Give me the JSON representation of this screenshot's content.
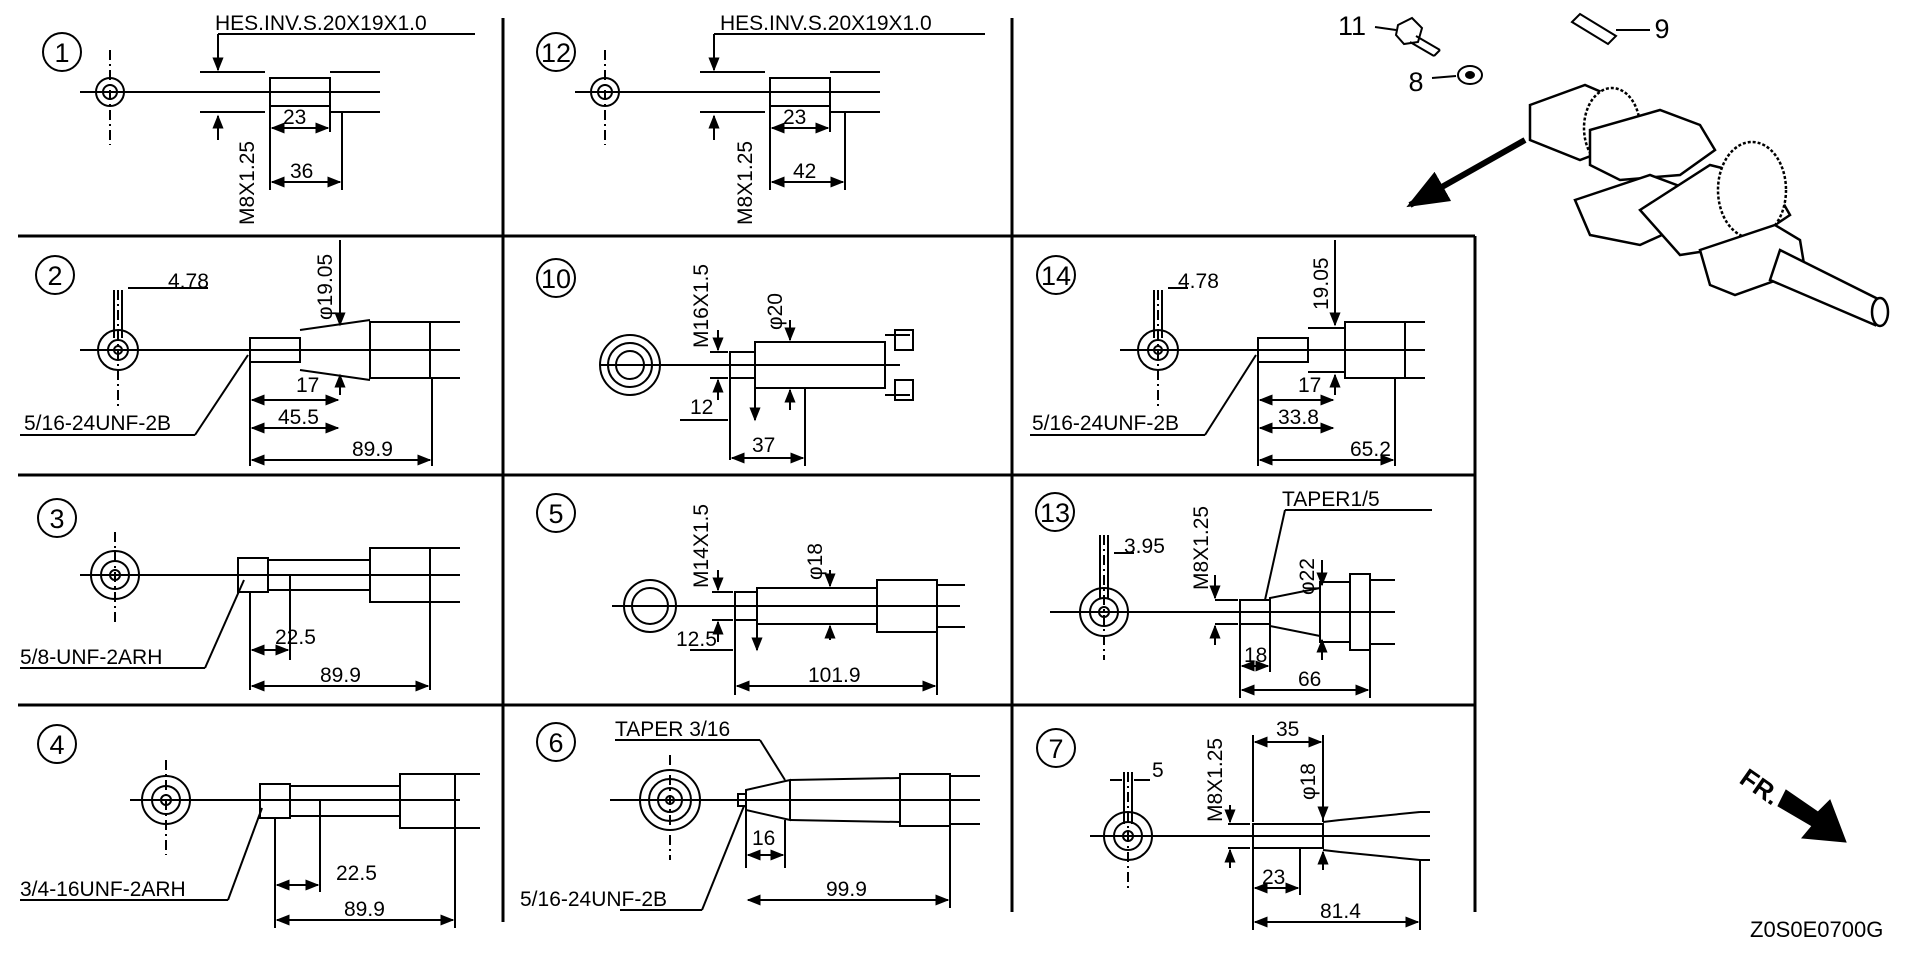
{
  "diagram_code": "Z0S0E0700G",
  "front_mark": "FR.",
  "parts": [
    {
      "number": "11",
      "name": "bolt-icon"
    },
    {
      "number": "8",
      "name": "washer-icon"
    },
    {
      "number": "9",
      "name": "key-icon"
    }
  ],
  "panels": [
    {
      "id": "1",
      "labels": [
        "HES.INV.S.20X19X1.0",
        "M8X1.25",
        "23",
        "36"
      ]
    },
    {
      "id": "12",
      "labels": [
        "HES.INV.S.20X19X1.0",
        "M8X1.25",
        "23",
        "42"
      ]
    },
    {
      "id": "2",
      "labels": [
        "4.78",
        "φ19.05",
        "17",
        "45.5",
        "89.9",
        "5/16-24UNF-2B"
      ]
    },
    {
      "id": "10",
      "labels": [
        "M16X1.5",
        "φ20",
        "12",
        "37"
      ]
    },
    {
      "id": "14",
      "labels": [
        "4.78",
        "19.05",
        "17",
        "33.8",
        "65.2",
        "5/16-24UNF-2B"
      ]
    },
    {
      "id": "3",
      "labels": [
        "22.5",
        "89.9",
        "5/8-UNF-2ARH"
      ]
    },
    {
      "id": "5",
      "labels": [
        "M14X1.5",
        "φ18",
        "12.5",
        "101.9"
      ]
    },
    {
      "id": "13",
      "labels": [
        "3.95",
        "M8X1.25",
        "TAPER1/5",
        "φ22",
        "18",
        "66"
      ]
    },
    {
      "id": "4",
      "labels": [
        "22.5",
        "89.9",
        "3/4-16UNF-2ARH"
      ]
    },
    {
      "id": "6",
      "labels": [
        "TAPER 3/16",
        "16",
        "99.9",
        "5/16-24UNF-2B"
      ]
    },
    {
      "id": "7",
      "labels": [
        "5",
        "M8X1.25",
        "35",
        "φ18",
        "23",
        "81.4"
      ]
    }
  ]
}
